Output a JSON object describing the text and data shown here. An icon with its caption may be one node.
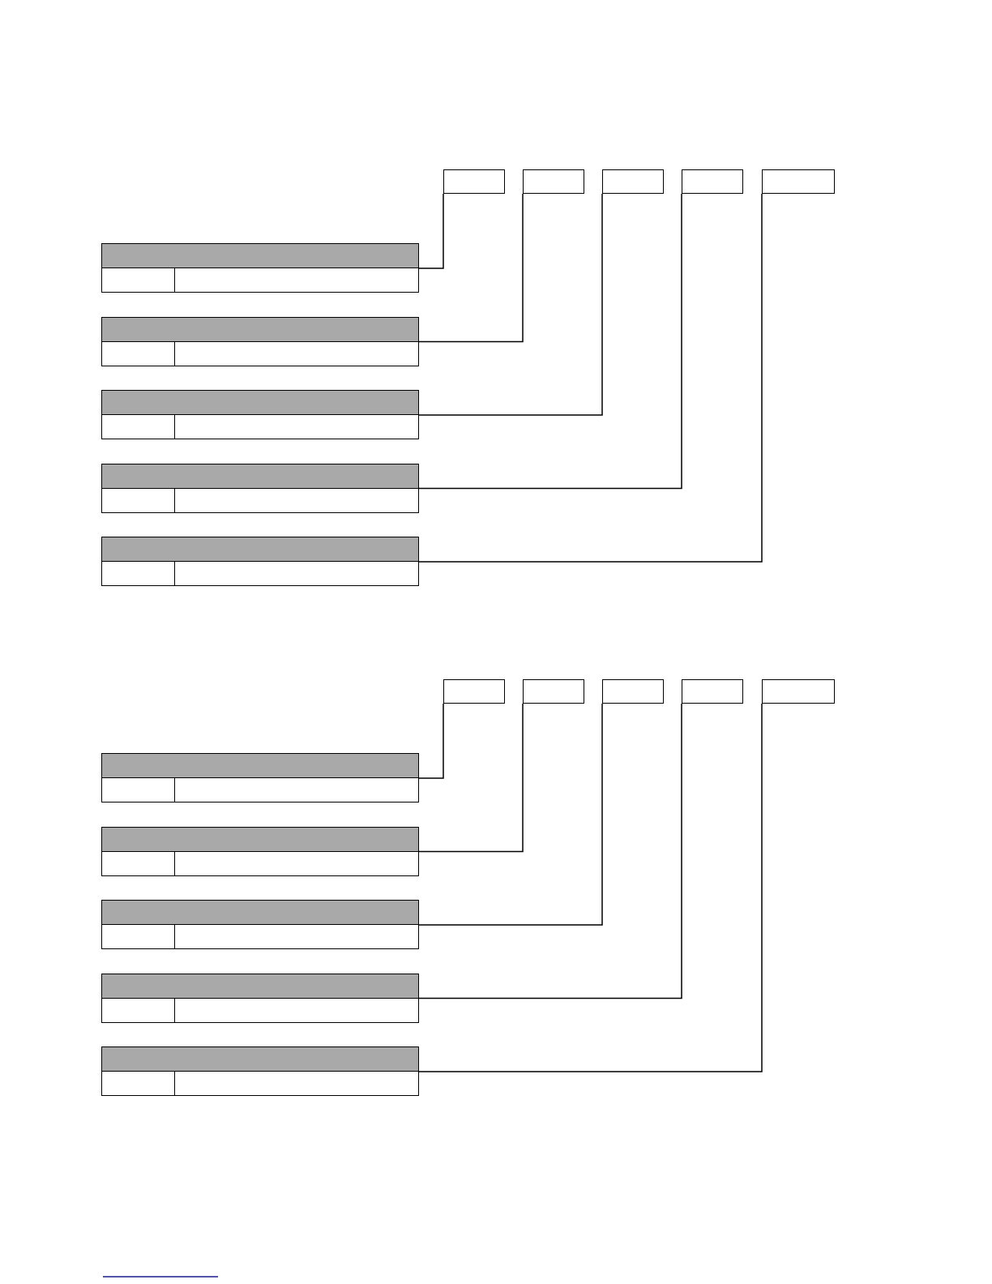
{
  "diagram": {
    "nodes": [
      {
        "text": [],
        "shape": "box"
      },
      {
        "text": [],
        "shape": "box"
      },
      {
        "text": [],
        "shape": "box"
      },
      {
        "text": [],
        "shape": "box"
      },
      {
        "text": [],
        "shape": "box"
      },
      {
        "text": [],
        "shape": "bar"
      },
      {
        "text": [],
        "shape": "box"
      },
      {
        "text": [],
        "shape": "box"
      },
      {
        "text": [],
        "shape": "bar"
      },
      {
        "text": [],
        "shape": "box"
      },
      {
        "text": [],
        "shape": "box"
      },
      {
        "text": [],
        "shape": "bar"
      },
      {
        "text": [],
        "shape": "box"
      },
      {
        "text": [],
        "shape": "box"
      },
      {
        "text": [],
        "shape": "bar"
      },
      {
        "text": [],
        "shape": "box"
      },
      {
        "text": [],
        "shape": "box"
      },
      {
        "text": [],
        "shape": "bar"
      },
      {
        "text": [],
        "shape": "box"
      },
      {
        "text": [],
        "shape": "box"
      },
      {
        "text": [],
        "shape": "box"
      },
      {
        "text": [],
        "shape": "box"
      },
      {
        "text": [],
        "shape": "box"
      },
      {
        "text": [],
        "shape": "box"
      },
      {
        "text": [],
        "shape": "box"
      },
      {
        "text": [],
        "shape": "bar"
      },
      {
        "text": [],
        "shape": "box"
      },
      {
        "text": [],
        "shape": "box"
      },
      {
        "text": [],
        "shape": "bar"
      },
      {
        "text": [],
        "shape": "box"
      },
      {
        "text": [],
        "shape": "box"
      },
      {
        "text": [],
        "shape": "bar"
      },
      {
        "text": [],
        "shape": "box"
      },
      {
        "text": [],
        "shape": "box"
      },
      {
        "text": [],
        "shape": "bar"
      },
      {
        "text": [],
        "shape": "box"
      },
      {
        "text": [],
        "shape": "box"
      },
      {
        "text": [],
        "shape": "bar"
      },
      {
        "text": [],
        "shape": "box"
      },
      {
        "text": [],
        "shape": "box"
      }
    ],
    "edges": [
      {
        "from": 5,
        "to": 0,
        "arrow": "none"
      },
      {
        "from": 8,
        "to": 1,
        "arrow": "none"
      },
      {
        "from": 11,
        "to": 2,
        "arrow": "none"
      },
      {
        "from": 14,
        "to": 3,
        "arrow": "none"
      },
      {
        "from": 17,
        "to": 4,
        "arrow": "none"
      },
      {
        "from": 25,
        "to": 20,
        "arrow": "none"
      },
      {
        "from": 28,
        "to": 21,
        "arrow": "none"
      },
      {
        "from": 31,
        "to": 22,
        "arrow": "none"
      },
      {
        "from": 34,
        "to": 23,
        "arrow": "none"
      },
      {
        "from": 37,
        "to": 24,
        "arrow": "none"
      }
    ]
  }
}
